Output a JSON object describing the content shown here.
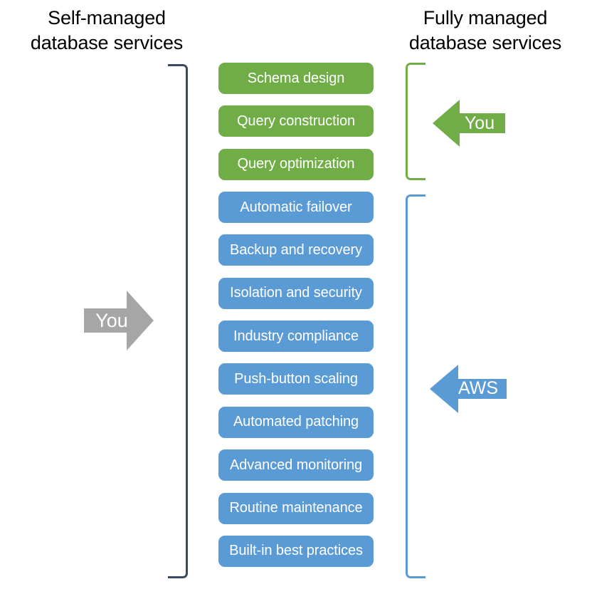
{
  "headings": {
    "left": "Self-managed\ndatabase services",
    "right": "Fully managed\ndatabase services"
  },
  "colors": {
    "green": "#70ad47",
    "blue": "#5b9bd5",
    "gray": "#a6a6a6",
    "bracket_left": "#3b4a61",
    "text_on_fill": "#ffffff",
    "heading_text": "#000000"
  },
  "boxes": [
    {
      "label": "Schema design",
      "group": "green"
    },
    {
      "label": "Query construction",
      "group": "green"
    },
    {
      "label": "Query optimization",
      "group": "green"
    },
    {
      "label": "Automatic failover",
      "group": "blue"
    },
    {
      "label": "Backup and recovery",
      "group": "blue"
    },
    {
      "label": "Isolation and security",
      "group": "blue"
    },
    {
      "label": "Industry compliance",
      "group": "blue"
    },
    {
      "label": "Push-button scaling",
      "group": "blue"
    },
    {
      "label": "Automated patching",
      "group": "blue"
    },
    {
      "label": "Advanced monitoring",
      "group": "blue"
    },
    {
      "label": "Routine maintenance",
      "group": "blue"
    },
    {
      "label": "Built-in best practices",
      "group": "blue"
    }
  ],
  "arrows": {
    "left_you": {
      "label": "You",
      "direction": "right",
      "color": "#a6a6a6"
    },
    "right_you": {
      "label": "You",
      "direction": "left",
      "color": "#70ad47"
    },
    "right_aws": {
      "label": "AWS",
      "direction": "left",
      "color": "#5b9bd5"
    }
  },
  "brackets": {
    "left": {
      "covers": "all",
      "color": "#3b4a61"
    },
    "green": {
      "covers": "green-group",
      "color": "#70ad47"
    },
    "blue": {
      "covers": "blue-group",
      "color": "#5b9bd5"
    }
  }
}
